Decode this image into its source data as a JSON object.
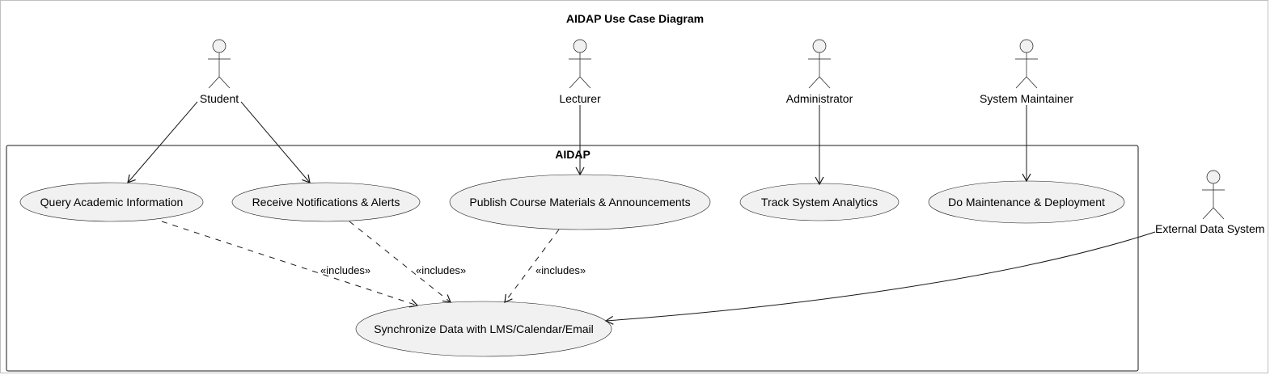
{
  "diagram": {
    "title": "AIDAP Use Case Diagram",
    "system": "AIDAP",
    "actors": {
      "student": "Student",
      "lecturer": "Lecturer",
      "administrator": "Administrator",
      "maintainer": "System Maintainer",
      "external": "External Data System"
    },
    "use_cases": {
      "query": "Query Academic Information",
      "notify": "Receive Notifications & Alerts",
      "publish": "Publish Course Materials & Announcements",
      "analytics": "Track System Analytics",
      "maintenance": "Do Maintenance & Deployment",
      "sync": "Synchronize Data with LMS/Calendar/Email"
    },
    "relationships": {
      "includes_1": "«includes»",
      "includes_2": "«includes»",
      "includes_3": "«includes»"
    }
  }
}
